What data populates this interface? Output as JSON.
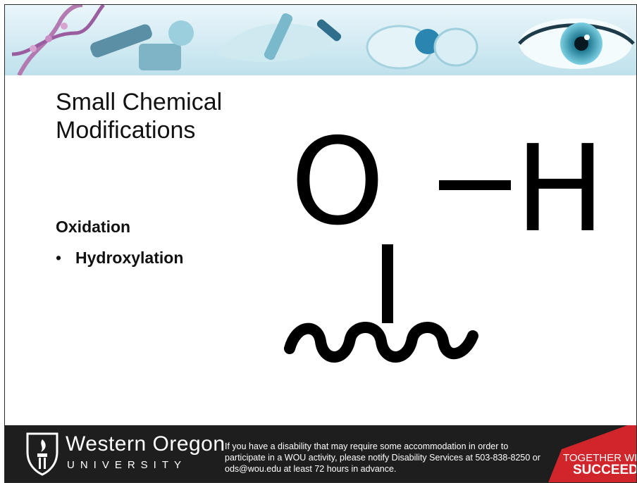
{
  "slide": {
    "title_line1": "Small Chemical",
    "title_line2": "Modifications",
    "heading": "Oxidation",
    "bullets": [
      "Hydroxylation"
    ]
  },
  "structure": {
    "atom_o": "O",
    "atom_h": "H"
  },
  "footer": {
    "logo_name": "Western Oregon",
    "logo_sub": "UNIVERSITY",
    "notice": "If you have a disability that may require some accommodation in order to participate in a WOU activity, please notify Disability Services at 503-838-8250 or ods@wou.edu at least 72 hours in advance.",
    "badge_line1": "TOGETHER WE",
    "badge_line2": "SUCCEED"
  },
  "colors": {
    "banner_sky": "#d6ecf3",
    "banner_teal": "#3a9db8",
    "footer_bg": "#1e1e1e",
    "badge_red": "#d0262b",
    "text": "#111111"
  }
}
